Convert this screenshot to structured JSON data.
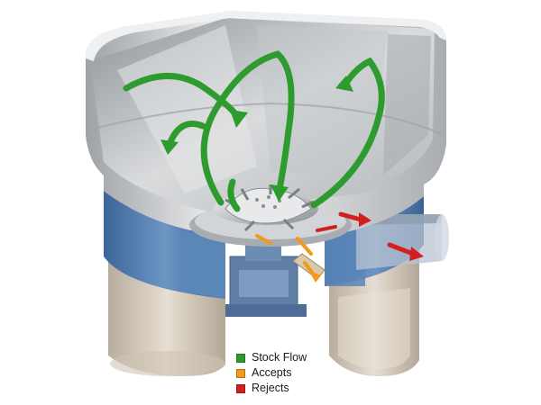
{
  "legend": {
    "items": [
      {
        "label": "Stock Flow",
        "color": "#2e9b2f"
      },
      {
        "label": "Accepts",
        "color": "#f39a1e"
      },
      {
        "label": "Rejects",
        "color": "#d22020"
      }
    ]
  },
  "colors": {
    "stock_flow": "#2e9b2f",
    "accepts": "#f39a1e",
    "rejects": "#d22020",
    "tank_steel": "#c9cbcd",
    "base_blue": "#4d79ad",
    "concrete": "#d8cfc1"
  },
  "icons": [
    "arrow-icon",
    "swatch-icon"
  ]
}
